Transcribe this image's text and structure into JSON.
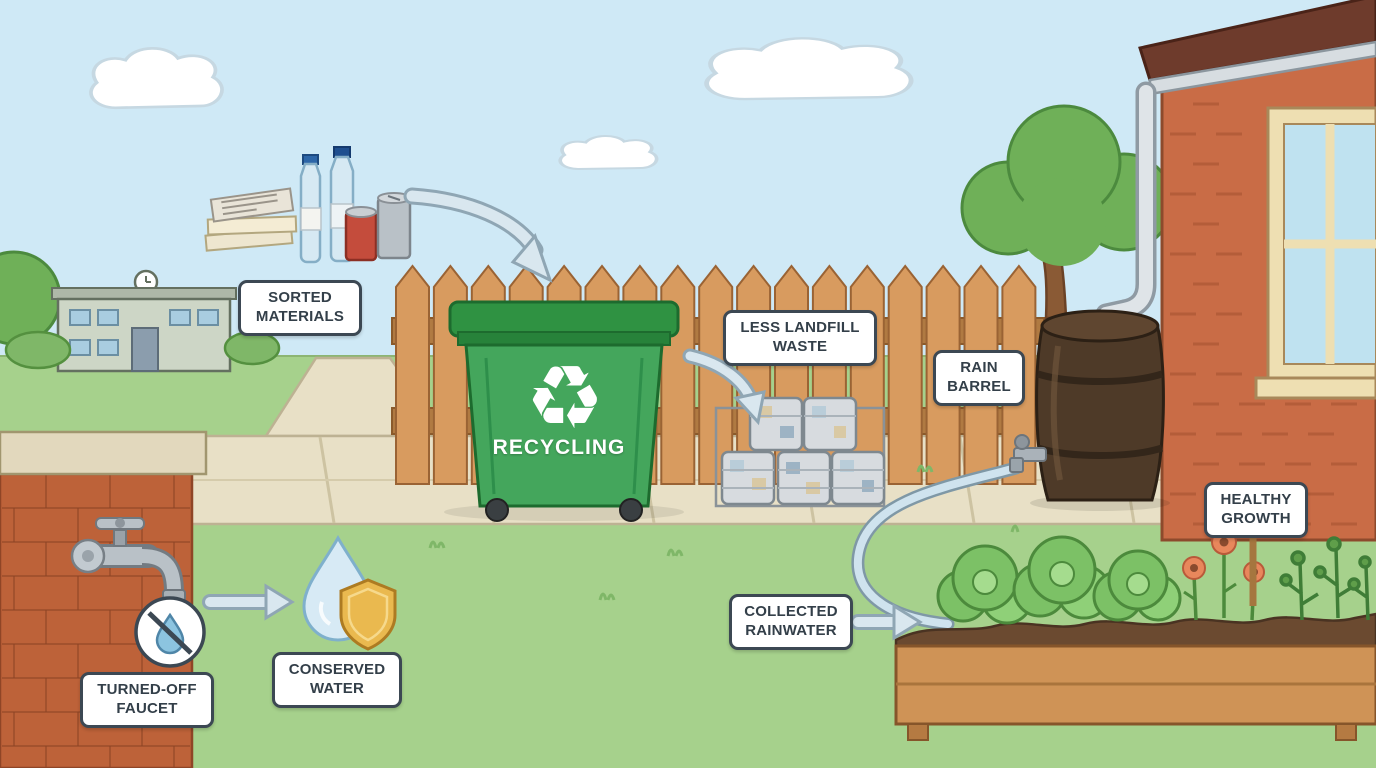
{
  "scene": {
    "theme": "eco-conservation-illustration"
  },
  "labels": {
    "sorted_materials": "SORTED MATERIALS",
    "recycling_bin": "RECYCLING",
    "less_landfill_waste": "LESS LANDFILL WASTE",
    "rain_barrel": "RAIN BARREL",
    "healthy_growth": "HEALTHY GROWTH",
    "collected_rainwater": "COLLECTED RAINWATER",
    "turned_off_faucet": "TURNED-OFF FAUCET",
    "conserved_water": "CONSERVED WATER"
  },
  "colors": {
    "sky": "#cfe9f6",
    "grass": "#a6d18c",
    "path": "#e8e0c6",
    "fence": "#d89b5f",
    "bin_green": "#44a65c",
    "bin_lid": "#2f9242",
    "barrel_brown": "#4e3a28",
    "house_brick": "#c96c46",
    "wall_brick": "#bd6239",
    "shield_gold": "#eab94f",
    "water_blue": "#d7eaf5",
    "label_border": "#3c4853"
  }
}
